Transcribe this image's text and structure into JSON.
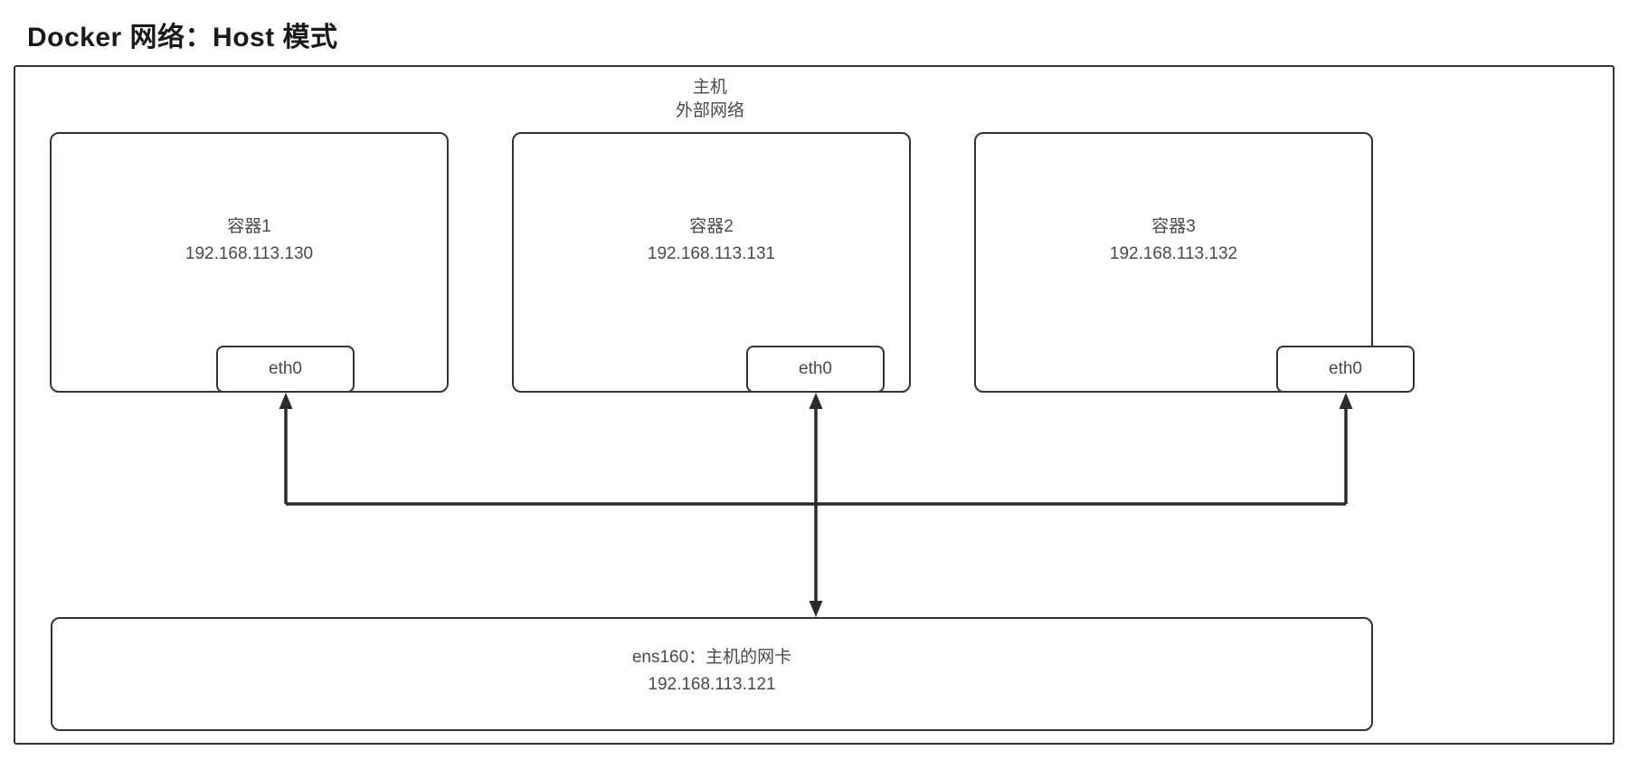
{
  "title": "Docker 网络：Host 模式",
  "host": {
    "name": "主机",
    "network": "外部网络"
  },
  "containers": [
    {
      "name": "容器1",
      "ip": "192.168.113.130",
      "nic": "eth0"
    },
    {
      "name": "容器2",
      "ip": "192.168.113.131",
      "nic": "eth0"
    },
    {
      "name": "容器3",
      "ip": "192.168.113.132",
      "nic": "eth0"
    }
  ],
  "host_nic": {
    "label": "ens160：主机的网卡",
    "ip": "192.168.113.121"
  },
  "colors": {
    "stroke": "#333333",
    "text": "#4a4a4a",
    "title": "#1a1a1a",
    "background": "#ffffff"
  }
}
